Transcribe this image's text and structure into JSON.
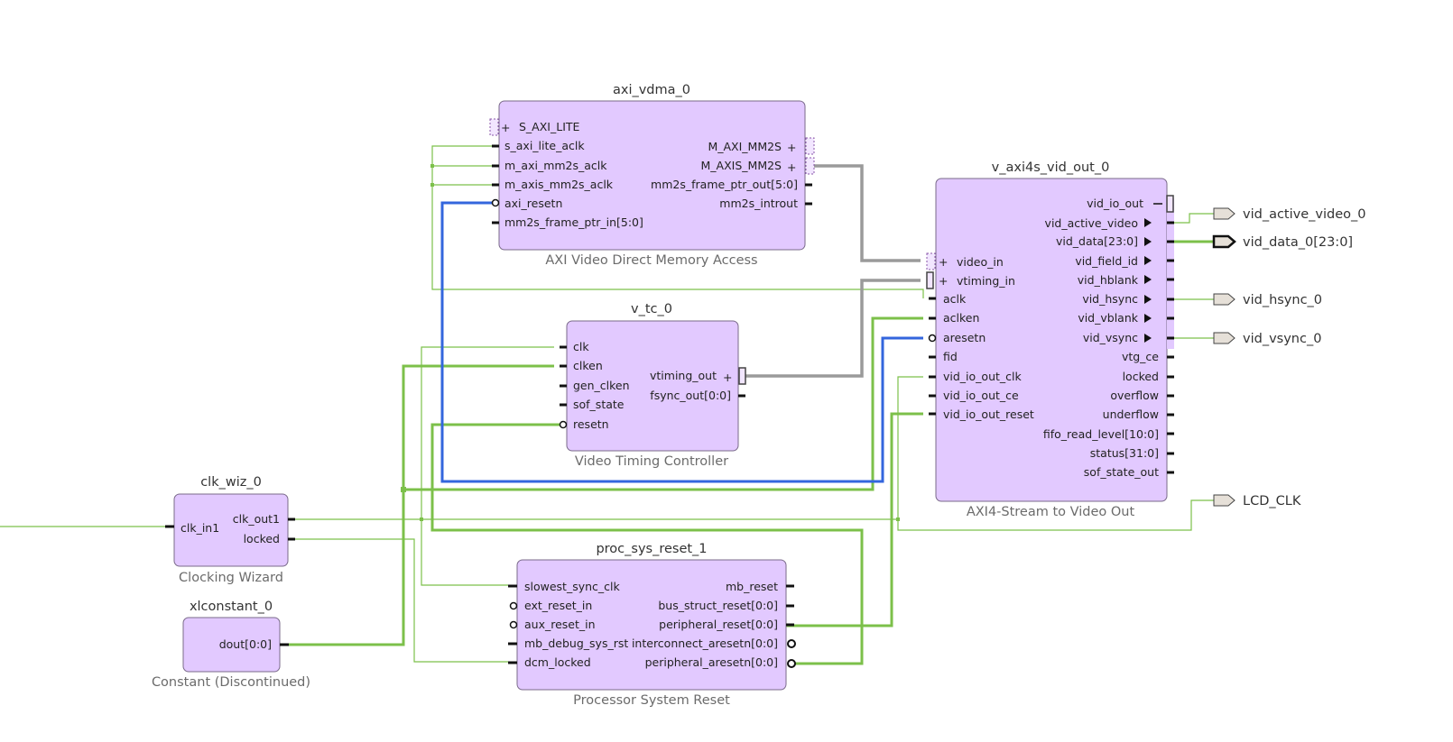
{
  "blocks": {
    "axi_vdma": {
      "name": "axi_vdma_0",
      "subtitle": "AXI Video Direct Memory Access",
      "left_pins": [
        "S_AXI_LITE",
        "s_axi_lite_aclk",
        "m_axi_mm2s_aclk",
        "m_axis_mm2s_aclk",
        "axi_resetn",
        "mm2s_frame_ptr_in[5:0]"
      ],
      "right_pins": [
        "M_AXI_MM2S",
        "M_AXIS_MM2S",
        "mm2s_frame_ptr_out[5:0]",
        "mm2s_introut"
      ]
    },
    "v_tc": {
      "name": "v_tc_0",
      "subtitle": "Video Timing Controller",
      "left_pins": [
        "clk",
        "clken",
        "gen_clken",
        "sof_state",
        "resetn"
      ],
      "right_pins": [
        "vtiming_out",
        "fsync_out[0:0]"
      ]
    },
    "vid_out": {
      "name": "v_axi4s_vid_out_0",
      "subtitle": "AXI4-Stream to Video Out",
      "left_pins": [
        "video_in",
        "vtiming_in",
        "aclk",
        "aclken",
        "aresetn",
        "fid",
        "vid_io_out_clk",
        "vid_io_out_ce",
        "vid_io_out_reset"
      ],
      "right_pins": [
        "vid_io_out",
        "vid_active_video",
        "vid_data[23:0]",
        "vid_field_id",
        "vid_hblank",
        "vid_hsync",
        "vid_vblank",
        "vid_vsync",
        "vtg_ce",
        "locked",
        "overflow",
        "underflow",
        "fifo_read_level[10:0]",
        "status[31:0]",
        "sof_state_out"
      ]
    },
    "clk_wiz": {
      "name": "clk_wiz_0",
      "subtitle": "Clocking Wizard",
      "left_pins": [
        "clk_in1"
      ],
      "right_pins": [
        "clk_out1",
        "locked"
      ]
    },
    "xlconstant": {
      "name": "xlconstant_0",
      "subtitle": "Constant (Discontinued)",
      "left_pins": [],
      "right_pins": [
        "dout[0:0]"
      ]
    },
    "proc_sys_reset": {
      "name": "proc_sys_reset_1",
      "subtitle": "Processor System Reset",
      "left_pins": [
        "slowest_sync_clk",
        "ext_reset_in",
        "aux_reset_in",
        "mb_debug_sys_rst",
        "dcm_locked"
      ],
      "right_pins": [
        "mb_reset",
        "bus_struct_reset[0:0]",
        "peripheral_reset[0:0]",
        "interconnect_aresetn[0:0]",
        "peripheral_aresetn[0:0]"
      ]
    }
  },
  "external_ports": [
    "vid_active_video_0",
    "vid_data_0[23:0]",
    "vid_hsync_0",
    "vid_vsync_0",
    "LCD_CLK"
  ],
  "colors": {
    "block_fill": "#e2c9ff",
    "wire_green": "#7cc04a",
    "wire_blue": "#3366dd",
    "wire_gray": "#9a9a9a"
  }
}
